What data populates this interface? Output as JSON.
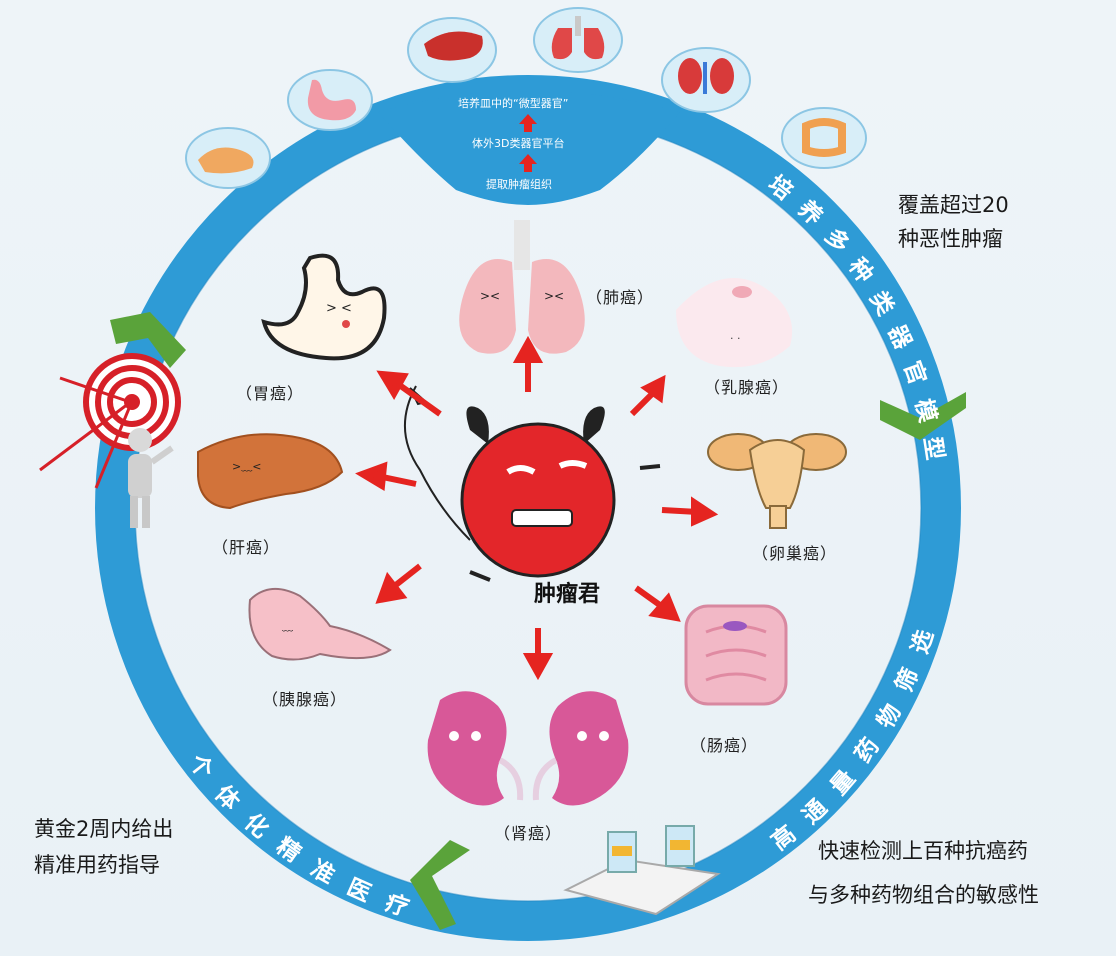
{
  "center": {
    "name": "肿瘤君"
  },
  "top_steps": [
    "培养皿中的“微型器官”",
    "体外3D类器官平台",
    "提取肿瘤组织"
  ],
  "ring_labels": {
    "right_top": "培养多种类器官模型",
    "right_bottom": "高通量药物筛选",
    "left": "个体化精准医疗"
  },
  "side_texts": {
    "top_right": [
      "覆盖超过20",
      "种恶性肿瘤"
    ],
    "bottom_right": [
      "快速检测上百种抗癌药",
      "与多种药物组合的敏感性"
    ],
    "bottom_left": [
      "黄金2周内给出",
      "精准用药指导"
    ]
  },
  "cancers": {
    "lung": "（肺癌）",
    "stomach": "（胃癌）",
    "breast": "（乳腺癌）",
    "liver": "（肝癌）",
    "ovary": "（卵巢癌）",
    "pancreas": "（胰腺癌）",
    "intestine": "（肠癌）",
    "kidney": "（肾癌）"
  },
  "colors": {
    "ring": "#2e9bd6",
    "ring_dark": "#1f86c2",
    "arrow_red": "#e52420",
    "chevron_green": "#5aa33a",
    "tumor_red": "#e3262a"
  }
}
